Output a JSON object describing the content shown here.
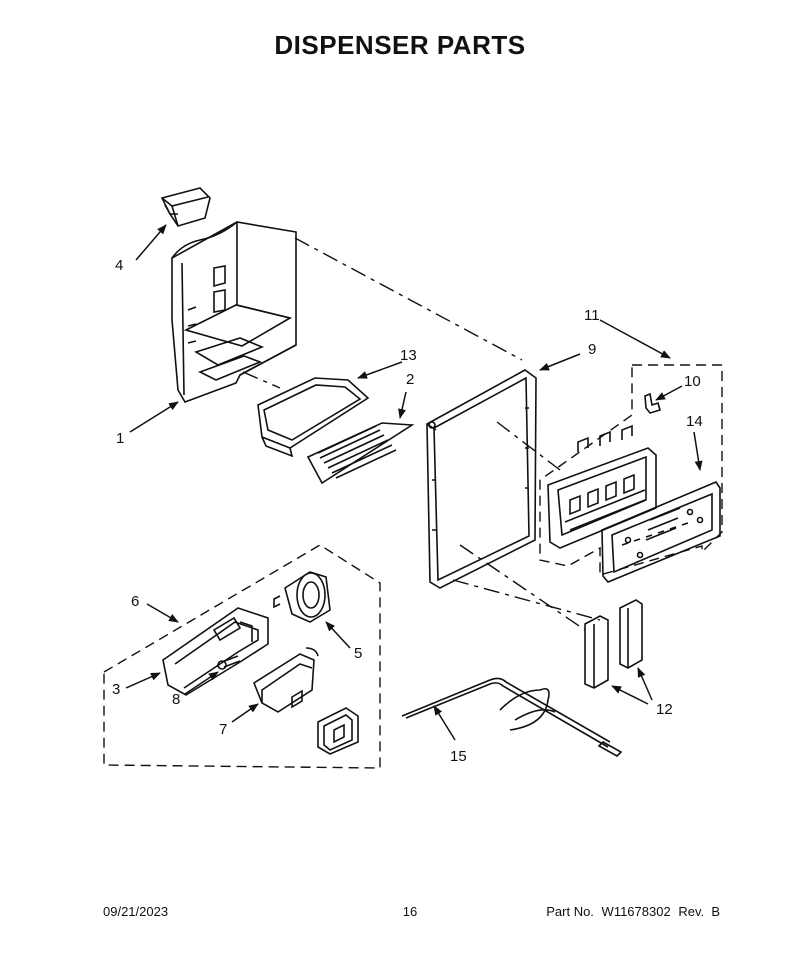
{
  "header": {
    "title": "DISPENSER PARTS"
  },
  "callouts": [
    "1",
    "2",
    "3",
    "4",
    "5",
    "6",
    "7",
    "8",
    "9",
    "10",
    "11",
    "12",
    "13",
    "14",
    "15"
  ],
  "footer": {
    "date": "09/21/2023",
    "page": "16",
    "part_label": "Part No.",
    "part_number": "W11678302",
    "revision": "Rev.  B"
  }
}
